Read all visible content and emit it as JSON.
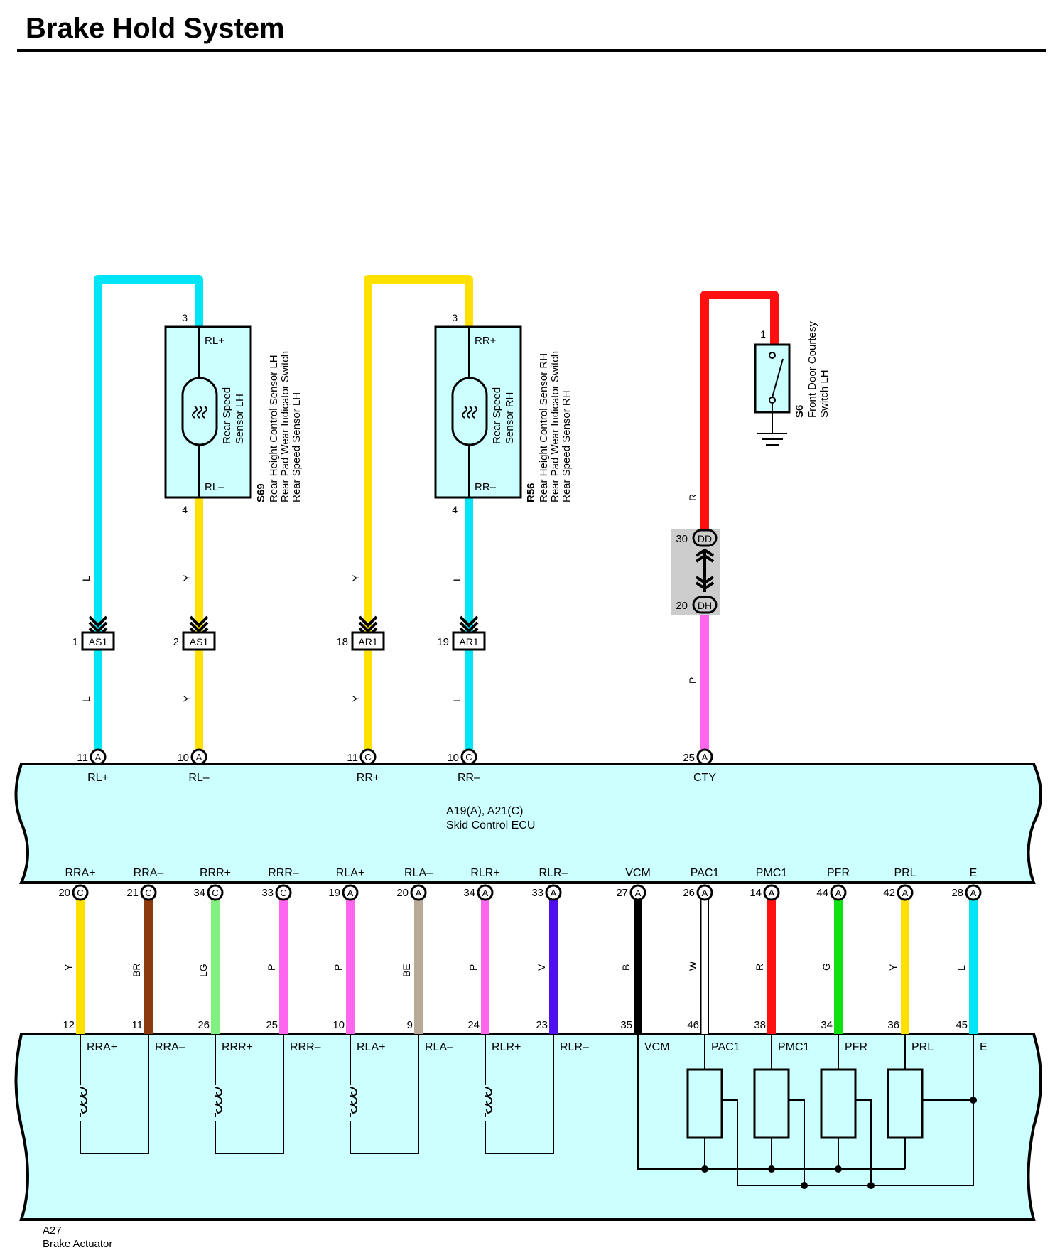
{
  "title": "Brake Hold System",
  "colors": {
    "L": "#00e5f5",
    "Y": "#ffe000",
    "R": "#ff1010",
    "P": "#ff66ee",
    "BR": "#8b3a10",
    "LG": "#80f080",
    "BE": "#b8a898",
    "V": "#5010ee",
    "B": "#000000",
    "W": "#ffffff",
    "G": "#10e010",
    "box_fill": "#ccffff",
    "joint_fill": "#cccccc"
  },
  "components": {
    "s69": {
      "code": "S69",
      "lines": [
        "Rear Height Control Sensor LH",
        "Rear Pad Wear Indicator Switch",
        "Rear Speed Sensor LH"
      ],
      "inner": [
        "Rear Speed",
        "Sensor LH"
      ],
      "pin_top": "3",
      "pin_bottom": "4",
      "term_top": "RL+",
      "term_bottom": "RL–"
    },
    "r56": {
      "code": "R56",
      "lines": [
        "Rear Height Control Sensor RH",
        "Rear Pad Wear Indicator Switch",
        "Rear Speed Sensor RH"
      ],
      "inner": [
        "Rear Speed",
        "Sensor RH"
      ],
      "pin_top": "3",
      "pin_bottom": "4",
      "term_top": "RR+",
      "term_bottom": "RR–"
    },
    "s6": {
      "code": "S6",
      "lines": [
        "Front Door Courtesy",
        "Switch LH"
      ],
      "pin": "1"
    },
    "ecu": {
      "code": "A19(A), A21(C)",
      "name": "Skid Control ECU"
    },
    "actuator": {
      "code": "A27",
      "name": "Brake Actuator"
    }
  },
  "wire_labels": {
    "rl_plus_upper": "L",
    "rl_plus_lower": "L",
    "rl_minus_upper": "Y",
    "rl_minus_lower": "Y",
    "rr_plus_upper": "Y",
    "rr_plus_lower": "Y",
    "rr_minus_upper": "L",
    "rr_minus_lower": "L",
    "cty_upper": "R",
    "cty_lower": "P"
  },
  "connectors": [
    {
      "pin": "1",
      "code": "AS1"
    },
    {
      "pin": "2",
      "code": "AS1"
    },
    {
      "pin": "18",
      "code": "AR1"
    },
    {
      "pin": "19",
      "code": "AR1"
    }
  ],
  "junction": {
    "top_pin": "30",
    "top_code": "DD",
    "bottom_pin": "20",
    "bottom_code": "DH"
  },
  "ecu_top_terminals": [
    {
      "pin": "11",
      "conn": "A",
      "name": "RL+"
    },
    {
      "pin": "10",
      "conn": "A",
      "name": "RL–"
    },
    {
      "pin": "11",
      "conn": "C",
      "name": "RR+"
    },
    {
      "pin": "10",
      "conn": "C",
      "name": "RR–"
    },
    {
      "pin": "25",
      "conn": "A",
      "name": "CTY"
    }
  ],
  "lower_wires": [
    {
      "name": "RRA+",
      "ecu_pin": "20",
      "conn": "C",
      "color": "Y",
      "act_pin": "12",
      "act_name": "RRA+"
    },
    {
      "name": "RRA–",
      "ecu_pin": "21",
      "conn": "C",
      "color": "BR",
      "act_pin": "11",
      "act_name": "RRA–"
    },
    {
      "name": "RRR+",
      "ecu_pin": "34",
      "conn": "C",
      "color": "LG",
      "act_pin": "26",
      "act_name": "RRR+"
    },
    {
      "name": "RRR–",
      "ecu_pin": "33",
      "conn": "C",
      "color": "P",
      "act_pin": "25",
      "act_name": "RRR–"
    },
    {
      "name": "RLA+",
      "ecu_pin": "19",
      "conn": "A",
      "color": "P",
      "act_pin": "10",
      "act_name": "RLA+"
    },
    {
      "name": "RLA–",
      "ecu_pin": "20",
      "conn": "A",
      "color": "BE",
      "act_pin": "9",
      "act_name": "RLA–"
    },
    {
      "name": "RLR+",
      "ecu_pin": "34",
      "conn": "A",
      "color": "P",
      "act_pin": "24",
      "act_name": "RLR+"
    },
    {
      "name": "RLR–",
      "ecu_pin": "33",
      "conn": "A",
      "color": "V",
      "act_pin": "23",
      "act_name": "RLR–"
    },
    {
      "name": "VCM",
      "ecu_pin": "27",
      "conn": "A",
      "color": "B",
      "act_pin": "35",
      "act_name": "VCM"
    },
    {
      "name": "PAC1",
      "ecu_pin": "26",
      "conn": "A",
      "color": "W",
      "act_pin": "46",
      "act_name": "PAC1"
    },
    {
      "name": "PMC1",
      "ecu_pin": "14",
      "conn": "A",
      "color": "R",
      "act_pin": "38",
      "act_name": "PMC1"
    },
    {
      "name": "PFR",
      "ecu_pin": "44",
      "conn": "A",
      "color": "G",
      "act_pin": "34",
      "act_name": "PFR"
    },
    {
      "name": "PRL",
      "ecu_pin": "42",
      "conn": "A",
      "color": "Y",
      "act_pin": "36",
      "act_name": "PRL"
    },
    {
      "name": "E",
      "ecu_pin": "28",
      "conn": "A",
      "color": "L",
      "act_pin": "45",
      "act_name": "E"
    }
  ]
}
